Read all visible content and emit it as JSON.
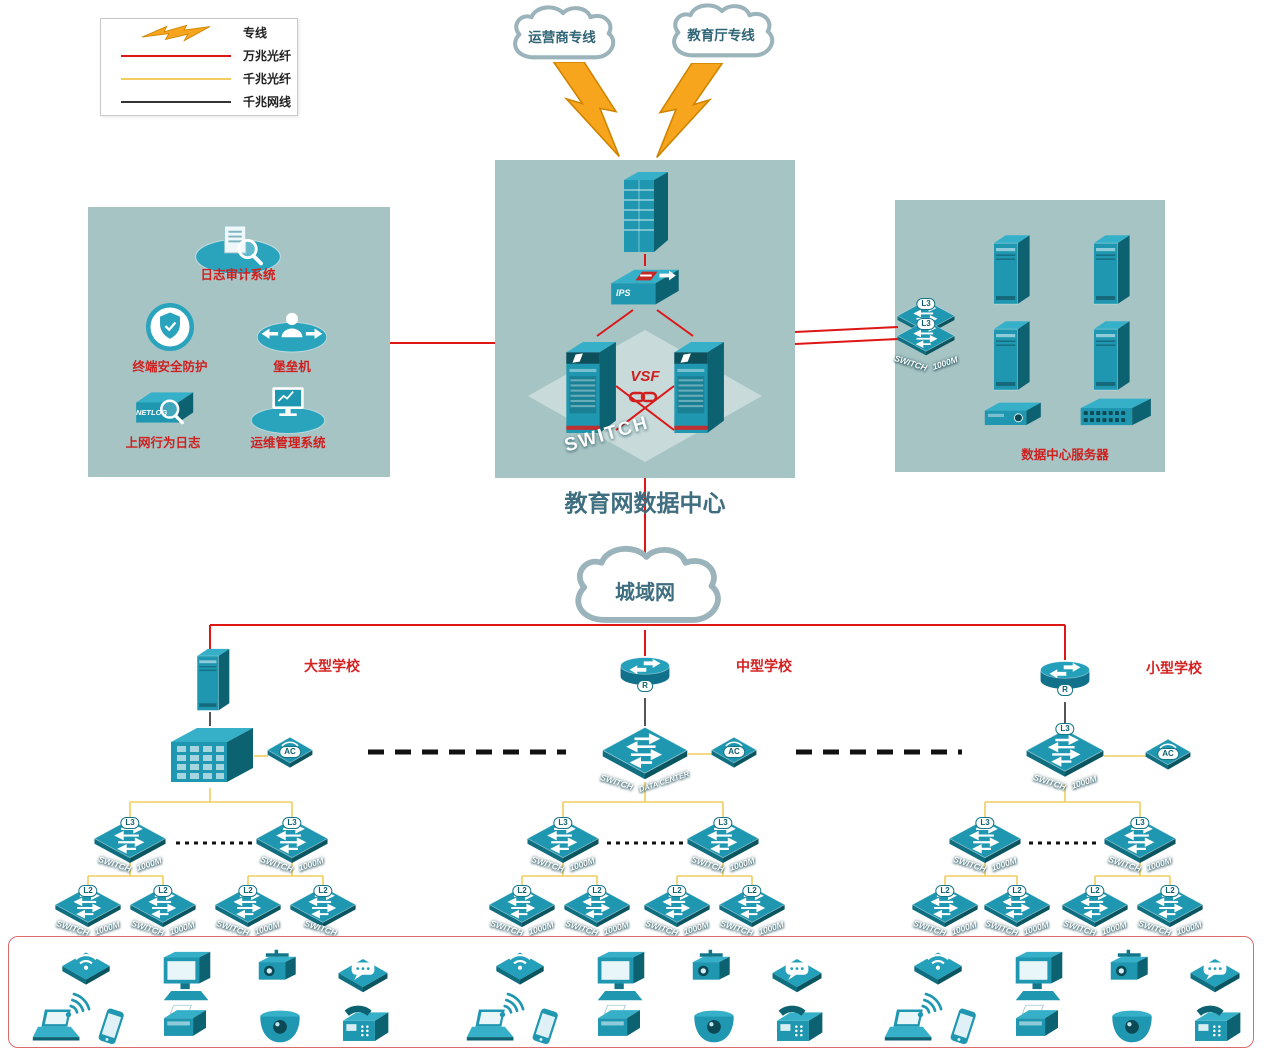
{
  "legend": {
    "items": [
      {
        "label": "专线"
      },
      {
        "label": "万兆光纤"
      },
      {
        "label": "千兆光纤"
      },
      {
        "label": "千兆网线"
      }
    ]
  },
  "clouds": {
    "carrier": "运营商专线",
    "education": "教育厅专线",
    "metro": "城域网"
  },
  "data_center": {
    "title": "教育网数据中心",
    "vsf": "VSF",
    "ips": "IPS",
    "switch_big": "SWITCH"
  },
  "security_zone": {
    "log_audit": "日志审计系统",
    "terminal_security": "终端安全防护",
    "bastion": "堡垒机",
    "net_log": "上网行为日志",
    "netlog_badge": "NETLOG",
    "ops_mgmt": "运维管理系统"
  },
  "server_zone": {
    "title": "数据中心服务器"
  },
  "labels": {
    "switch": "SWITCH",
    "speed": "1000M",
    "l3": "L3",
    "l2": "L2",
    "ac": "AC",
    "router": "R",
    "dc_line": "DATA CENTER"
  },
  "schools": [
    {
      "name": "大型学校"
    },
    {
      "name": "中型学校"
    },
    {
      "name": "小型学校"
    }
  ]
}
